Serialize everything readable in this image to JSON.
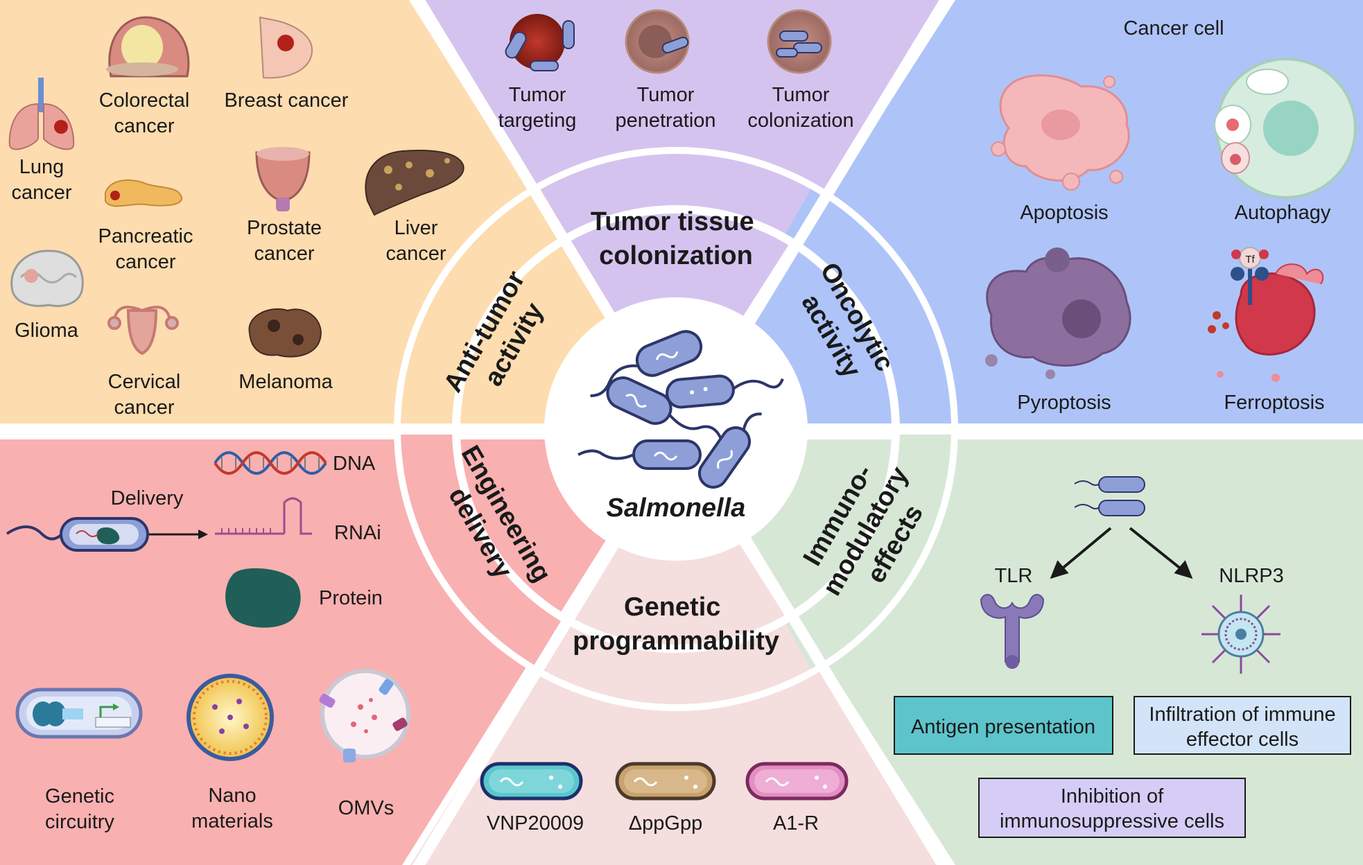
{
  "center": {
    "label": "Salmonella"
  },
  "ring": {
    "tumor_tissue": [
      "Tumor tissue",
      "colonization"
    ],
    "oncolytic": [
      "Oncolytic",
      "activity"
    ],
    "immuno": [
      "Immuno-",
      "modulatory",
      "effects"
    ],
    "genetic": [
      "Genetic",
      "programmability"
    ],
    "engineering": [
      "Engineering",
      "delivery"
    ],
    "antitumor": [
      "Anti-tumor",
      "activity"
    ]
  },
  "antitumor_panel": {
    "items": [
      {
        "lines": [
          "Lung",
          "cancer"
        ],
        "icon": "lung-icon"
      },
      {
        "lines": [
          "Colorectal",
          "cancer"
        ],
        "icon": "colon-icon"
      },
      {
        "lines": [
          "Breast cancer"
        ],
        "icon": "breast-icon"
      },
      {
        "lines": [
          "Pancreatic",
          "cancer"
        ],
        "icon": "pancreas-icon"
      },
      {
        "lines": [
          "Prostate",
          "cancer"
        ],
        "icon": "prostate-icon"
      },
      {
        "lines": [
          "Liver",
          "cancer"
        ],
        "icon": "liver-icon"
      },
      {
        "lines": [
          "Glioma"
        ],
        "icon": "brain-icon"
      },
      {
        "lines": [
          "Cervical",
          "cancer"
        ],
        "icon": "uterus-icon"
      },
      {
        "lines": [
          "Melanoma"
        ],
        "icon": "melanoma-icon"
      }
    ]
  },
  "colonization_panel": {
    "items": [
      {
        "lines": [
          "Tumor",
          "targeting"
        ]
      },
      {
        "lines": [
          "Tumor",
          "penetration"
        ]
      },
      {
        "lines": [
          "Tumor",
          "colonization"
        ]
      }
    ]
  },
  "oncolytic_panel": {
    "title": "Cancer cell",
    "items": [
      "Apoptosis",
      "Autophagy",
      "Pyroptosis",
      "Ferroptosis"
    ],
    "tf_label": "Tf"
  },
  "engineering_panel": {
    "delivery_label": "Delivery",
    "cargo": [
      "DNA",
      "RNAi",
      "Protein"
    ],
    "bottom": [
      {
        "lines": [
          "Genetic",
          "circuitry"
        ]
      },
      {
        "lines": [
          "Nano",
          "materials"
        ]
      },
      {
        "lines": [
          "OMVs"
        ]
      }
    ]
  },
  "genetic_panel": {
    "strains": [
      {
        "label": "VNP20009",
        "color": "#5bc7cc"
      },
      {
        "label": "ΔppGpp",
        "color": "#c9a26e"
      },
      {
        "label": "A1-R",
        "color": "#e38fc2"
      }
    ]
  },
  "immuno_panel": {
    "receptors": [
      "TLR",
      "NLRP3"
    ],
    "boxes": [
      {
        "lines": [
          "Antigen  presentation"
        ],
        "color": "#5ec4cb"
      },
      {
        "lines": [
          "Infiltration of immune",
          "effector cells"
        ],
        "color": "#d3e4f8"
      },
      {
        "lines": [
          "Inhibition of",
          "immunosuppressive cells"
        ],
        "color": "#d5cdf6"
      }
    ]
  },
  "colors": {
    "antitumor": "#fddcaf",
    "colonization": "#d5c3ef",
    "oncolytic": "#aec4f8",
    "engineering": "#f9b0b0",
    "genetic": "#f5dede",
    "immuno": "#d7e7d6",
    "bacteria_fill": "#8d9fd6",
    "bacteria_stroke": "#2d3568"
  }
}
